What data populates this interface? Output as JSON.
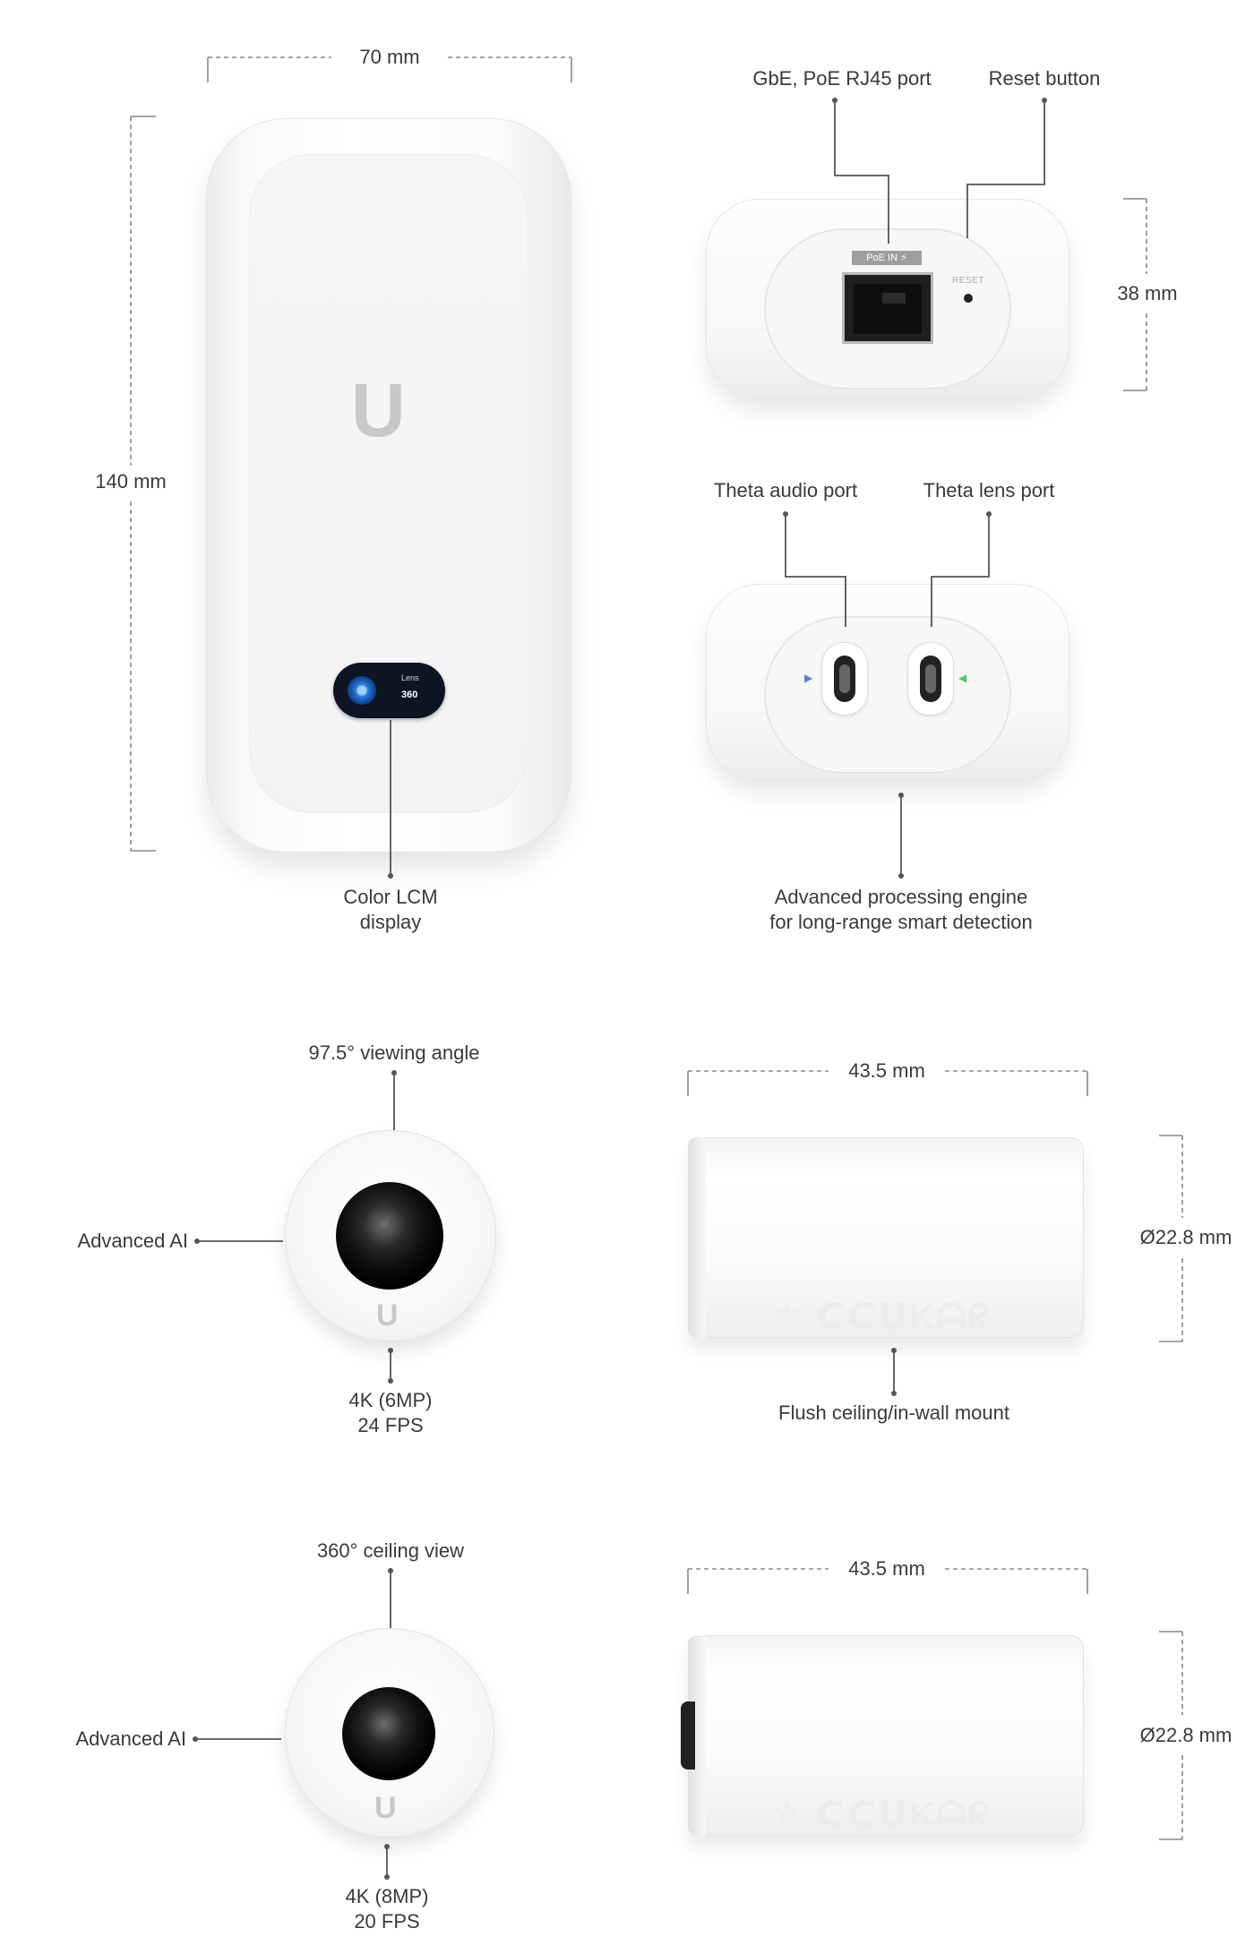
{
  "hub": {
    "width_label": "70 mm",
    "height_label": "140 mm",
    "display_label_line1": "Color LCM",
    "display_label_line2": "display",
    "lcm_text1": "Lens",
    "lcm_text2": "360",
    "logo": "U"
  },
  "back_view": {
    "port_label": "GbE, PoE RJ45 port",
    "reset_label": "Reset button",
    "depth_label": "38 mm",
    "poe_text": "PoE IN ⚡",
    "reset_text": "RESET"
  },
  "front_view": {
    "audio_label": "Theta audio port",
    "lens_label": "Theta lens port",
    "engine_label_line1": "Advanced processing engine",
    "engine_label_line2": "for long-range smart detection"
  },
  "lens_97": {
    "angle_label": "97.5° viewing angle",
    "ai_label": "Advanced AI",
    "res_line1": "4K (6MP)",
    "res_line2": "24 FPS",
    "length_label": "43.5 mm",
    "diameter_label": "Ø22.8 mm",
    "mount_label": "Flush ceiling/in-wall mount",
    "logo": "U"
  },
  "lens_360": {
    "angle_label": "360° ceiling view",
    "ai_label": "Advanced AI",
    "res_line1": "4K (8MP)",
    "res_line2": "20 FPS",
    "length_label": "43.5 mm",
    "diameter_label": "Ø22.8 mm",
    "logo": "U"
  },
  "colors": {
    "line": "#555555",
    "dashed": "#888888",
    "label": "#3a3a3a"
  }
}
